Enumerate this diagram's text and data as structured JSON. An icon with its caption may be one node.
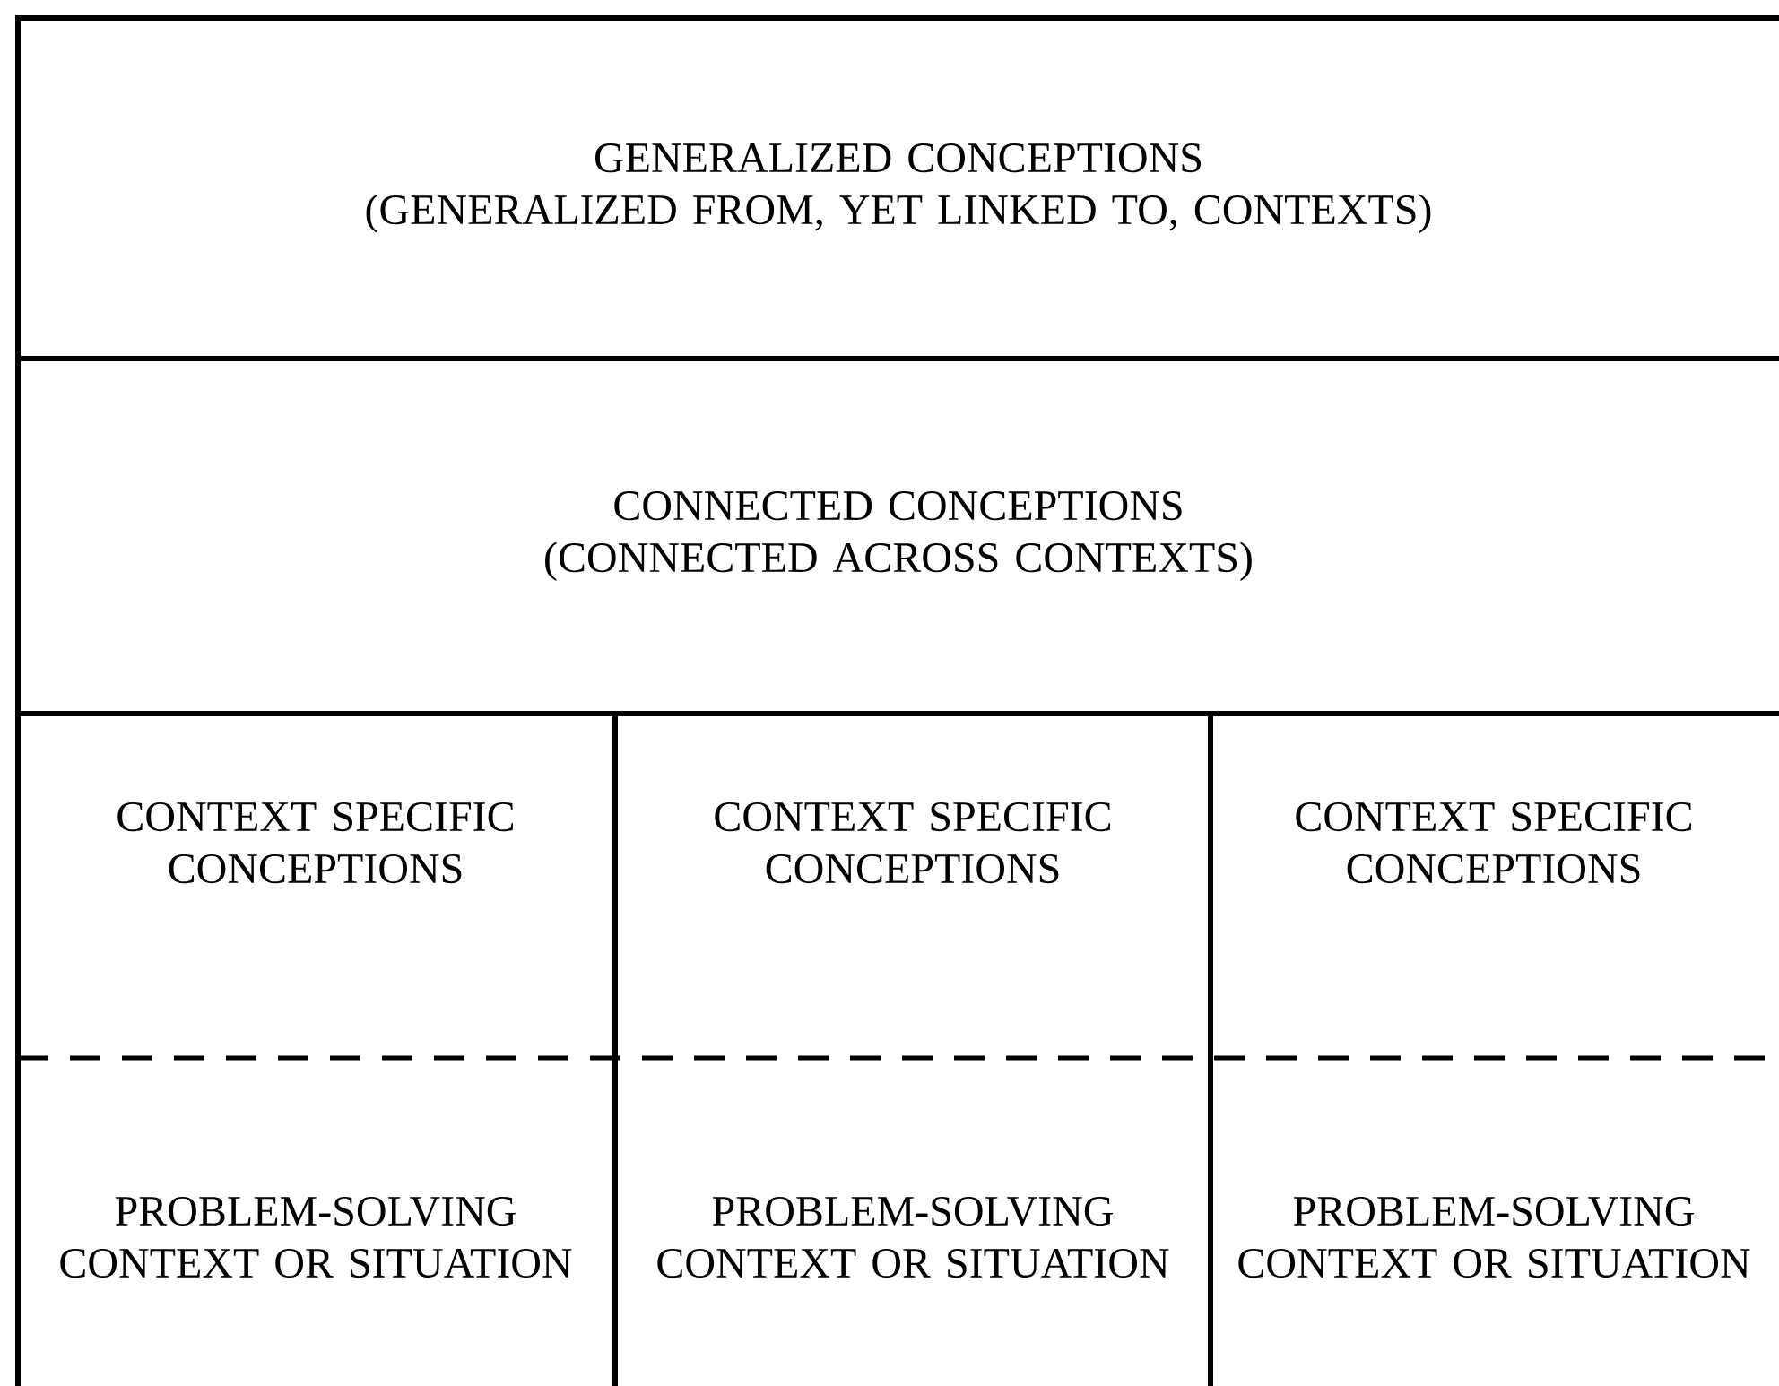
{
  "diagram": {
    "nodes": [
      {
        "text": [
          "GENERALIZED CONCEPTIONS",
          "(GENERALIZED FROM, YET LINKED TO, CONTEXTS)"
        ]
      },
      {
        "text": [
          "CONNECTED CONCEPTIONS",
          "(CONNECTED ACROSS CONTEXTS)"
        ]
      },
      {
        "text": [
          "CONTEXT SPECIFIC CONCEPTIONS"
        ]
      },
      {
        "text": [
          "CONTEXT SPECIFIC CONCEPTIONS"
        ]
      },
      {
        "text": [
          "CONTEXT SPECIFIC CONCEPTIONS"
        ]
      },
      {
        "text": [
          "PROBLEM-SOLVING CONTEXT OR SITUATION"
        ]
      },
      {
        "text": [
          "PROBLEM-SOLVING CONTEXT OR SITUATION"
        ]
      },
      {
        "text": [
          "PROBLEM-SOLVING CONTEXT OR SITUATION"
        ]
      }
    ],
    "edges": []
  }
}
